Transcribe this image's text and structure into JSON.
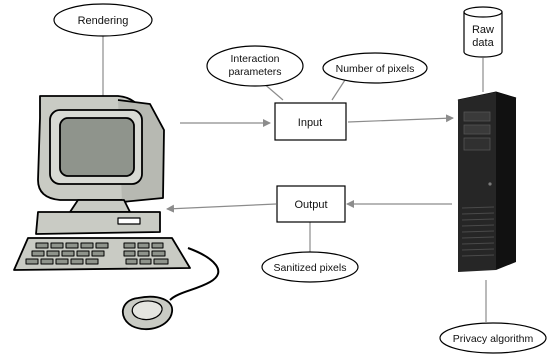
{
  "nodes": {
    "rendering": "Rendering",
    "raw_data_line1": "Raw",
    "raw_data_line2": "data",
    "interaction_line1": "Interaction",
    "interaction_line2": "parameters",
    "number_of_pixels": "Number of pixels",
    "input": "Input",
    "output": "Output",
    "sanitized_pixels": "Sanitized pixels",
    "privacy_algorithm": "Privacy algorithm"
  },
  "icons": {
    "client": "desktop-computer-icon",
    "server": "server-tower-icon",
    "database": "database-cylinder-icon"
  },
  "colors": {
    "line": "#8c8c8c",
    "stroke": "#000000",
    "monitor_body": "#c9cbc4",
    "monitor_screen": "#8f948c",
    "server_body": "#1a1a1a"
  }
}
